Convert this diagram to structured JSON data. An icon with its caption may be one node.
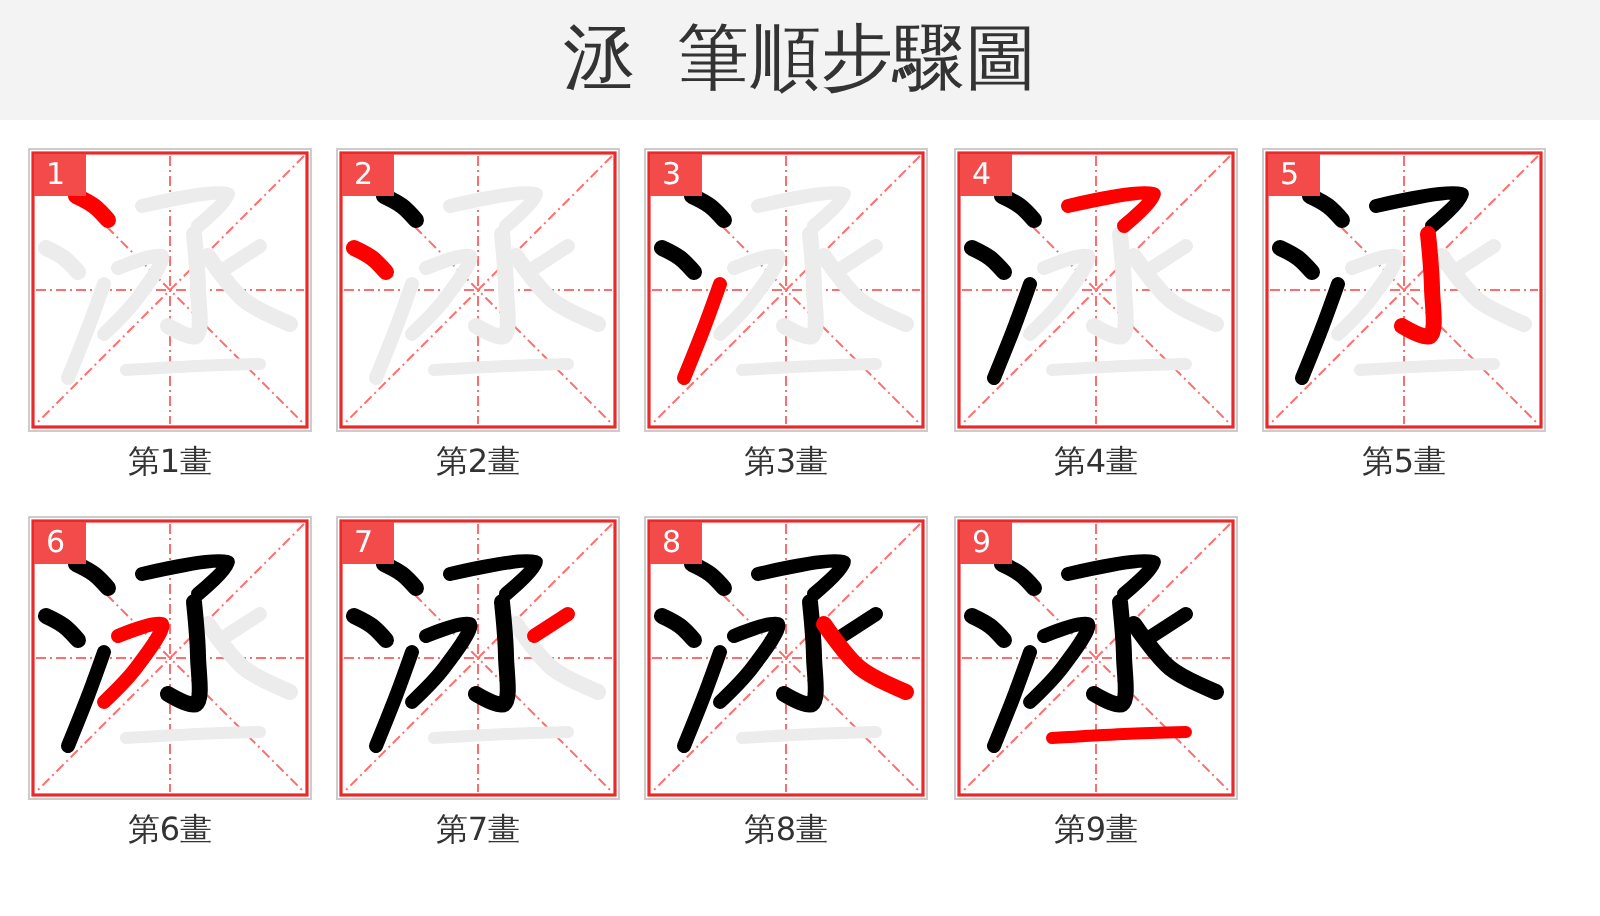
{
  "diagram": {
    "title": "洆 筆順步驟圖",
    "nodes": [
      {
        "text": [
          "1"
        ],
        "beside": [
          "第1畫"
        ]
      },
      {
        "text": [
          "2"
        ],
        "beside": [
          "第2畫"
        ]
      },
      {
        "text": [
          "3"
        ],
        "beside": [
          "第3畫"
        ]
      },
      {
        "text": [
          "4"
        ],
        "beside": [
          "第4畫"
        ]
      },
      {
        "text": [
          "5"
        ],
        "beside": [
          "第5畫"
        ]
      },
      {
        "text": [
          "6"
        ],
        "beside": [
          "第6畫"
        ]
      },
      {
        "text": [
          "7"
        ],
        "beside": [
          "第7畫"
        ]
      },
      {
        "text": [
          "8"
        ],
        "beside": [
          "第8畫"
        ]
      },
      {
        "text": [
          "9"
        ],
        "beside": [
          "第9畫"
        ]
      }
    ]
  }
}
